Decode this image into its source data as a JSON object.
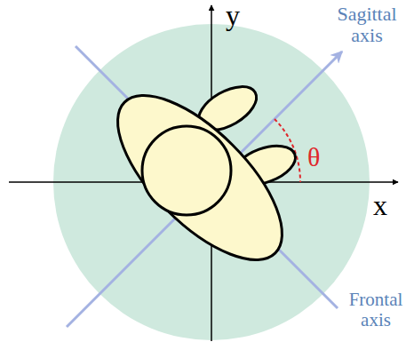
{
  "diagram": {
    "labels": [
      "y",
      "x",
      "Sagittal axis",
      "Frontal axis",
      "θ"
    ]
  }
}
